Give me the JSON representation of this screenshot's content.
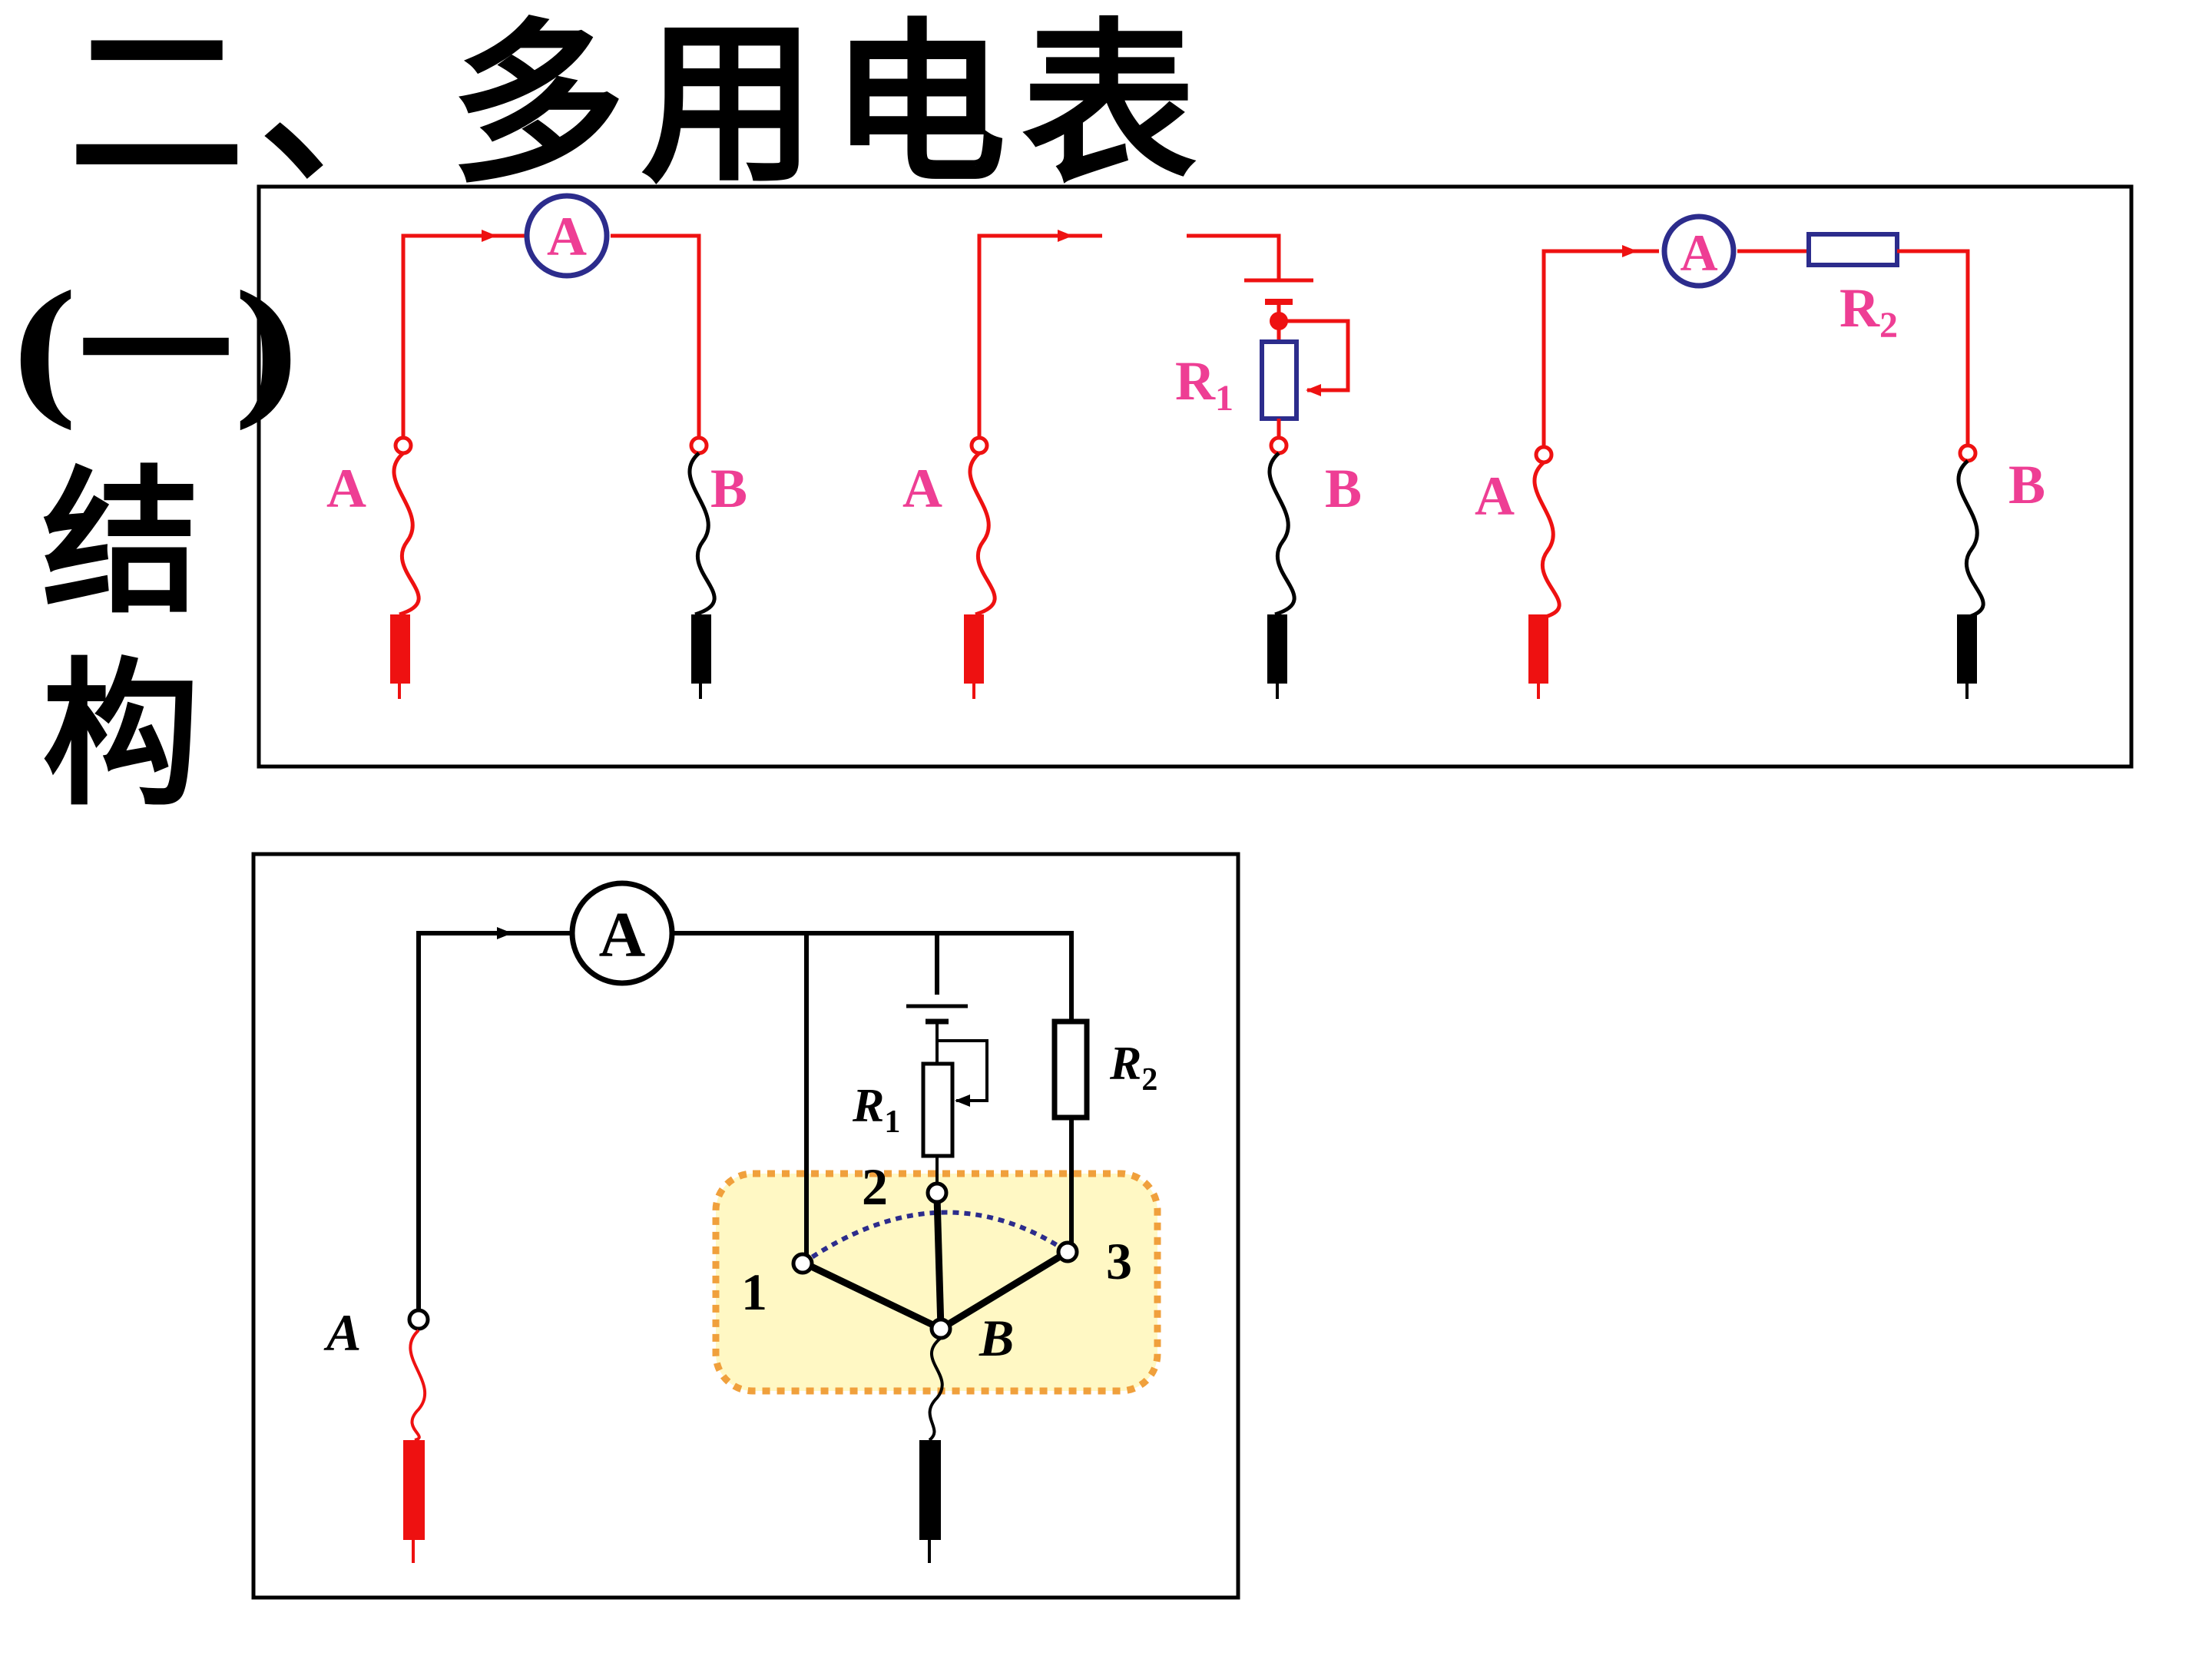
{
  "title": "二、多用电表",
  "section": {
    "paren": "(一)",
    "char1": "结",
    "char2": "构"
  },
  "colors": {
    "red": "#ee1111",
    "pink": "#ee3e94",
    "blue": "#2c2c8c",
    "black": "#000000",
    "highlight": "#fff8c4",
    "dashed": "#f0a03c"
  },
  "top": {
    "ammeter": "A",
    "terminal_a": "A",
    "terminal_b": "B",
    "r1": "R",
    "r1_sub": "1",
    "r2": "R",
    "r2_sub": "2"
  },
  "bottom": {
    "ammeter": "A",
    "terminal_a": "A",
    "terminal_b": "B",
    "r1": "R",
    "r1_sub": "1",
    "r2": "R",
    "r2_sub": "2",
    "contact1": "1",
    "contact2": "2",
    "contact3": "3"
  }
}
